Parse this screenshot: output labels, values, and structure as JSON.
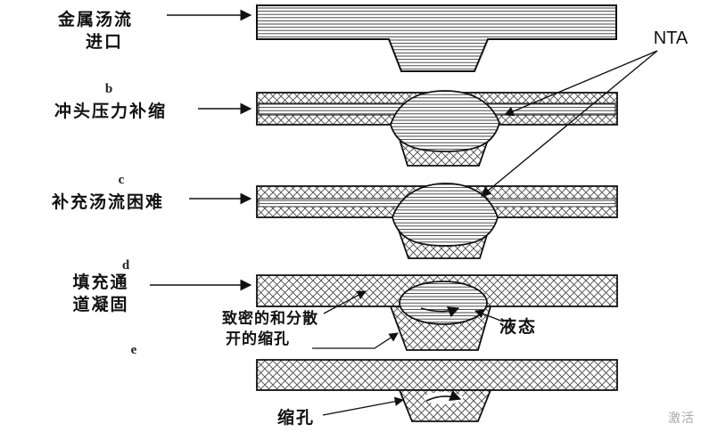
{
  "stages": [
    {
      "letter": "",
      "label_lines": [
        "金属汤流",
        "进口"
      ]
    },
    {
      "letter": "b",
      "label_lines": [
        "冲头压力补缩"
      ]
    },
    {
      "letter": "c",
      "label_lines": [
        "补充汤流困难"
      ]
    },
    {
      "letter": "d",
      "label_lines": [
        "填充通",
        "道凝固"
      ]
    },
    {
      "letter": "e",
      "label_lines": []
    }
  ],
  "annotations": {
    "nta": "NTA",
    "dense_dispersed_line1": "致密的和分散",
    "dense_dispersed_line2": "开的缩孔",
    "liquid": "液态",
    "shrinkage_hole": "缩孔",
    "watermark": "激活"
  },
  "colors": {
    "ink": "#111111",
    "hatch_lines": "#3a3a3a",
    "crosshatch": "#4a4a4a",
    "watermark": "#a8a8a8"
  }
}
